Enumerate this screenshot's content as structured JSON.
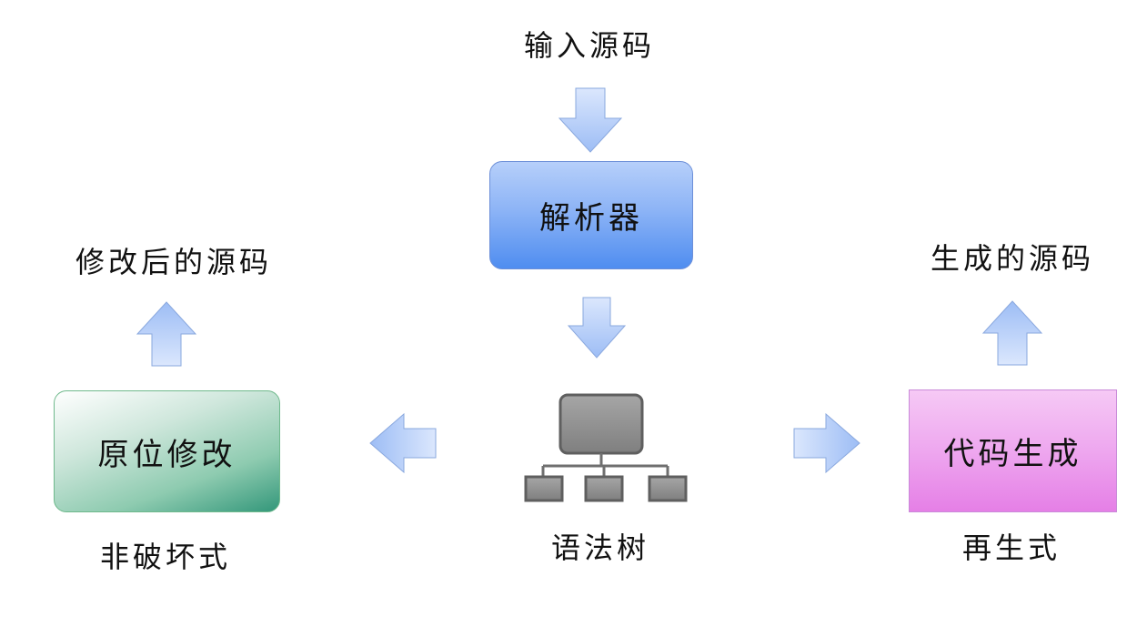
{
  "nodes": {
    "input_source": "输入源码",
    "parser": "解析器",
    "syntax_tree": "语法树",
    "in_place_edit": "原位修改",
    "modified_source": "修改后的源码",
    "non_destructive": "非破坏式",
    "code_generation": "代码生成",
    "generated_source": "生成的源码",
    "regenerative": "再生式"
  },
  "colors": {
    "arrow_fill_top": "#d6e4fd",
    "arrow_fill_bottom": "#9fbef6",
    "arrow_stroke": "#7f9fd8",
    "parser": "#5a93f1",
    "in_place": "#3e9c80",
    "code_gen": "#e88ae9",
    "tree_icon": "#8c8c8c"
  },
  "icons": {
    "tree": "org-chart-icon",
    "arrows": "block-arrow-icon"
  }
}
